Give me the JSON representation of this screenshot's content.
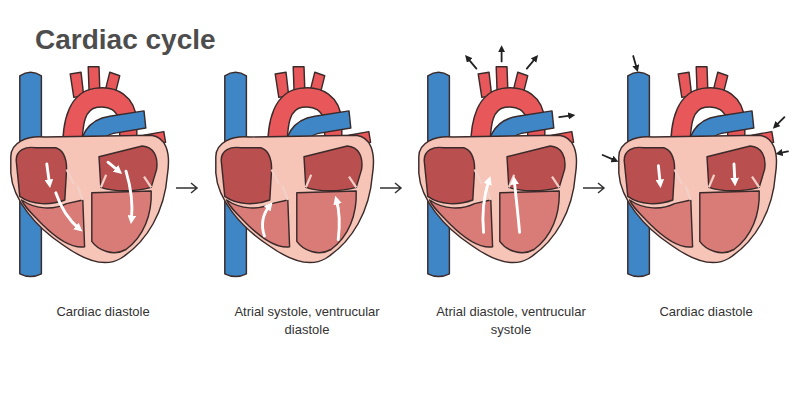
{
  "diagram": {
    "title": "Cardiac cycle",
    "labels": [
      "Cardiac diastole",
      "Atrial systole, ventrucular diastole",
      "Atrial diastole, ventrucular systole",
      "Cardiac diastole"
    ]
  }
}
